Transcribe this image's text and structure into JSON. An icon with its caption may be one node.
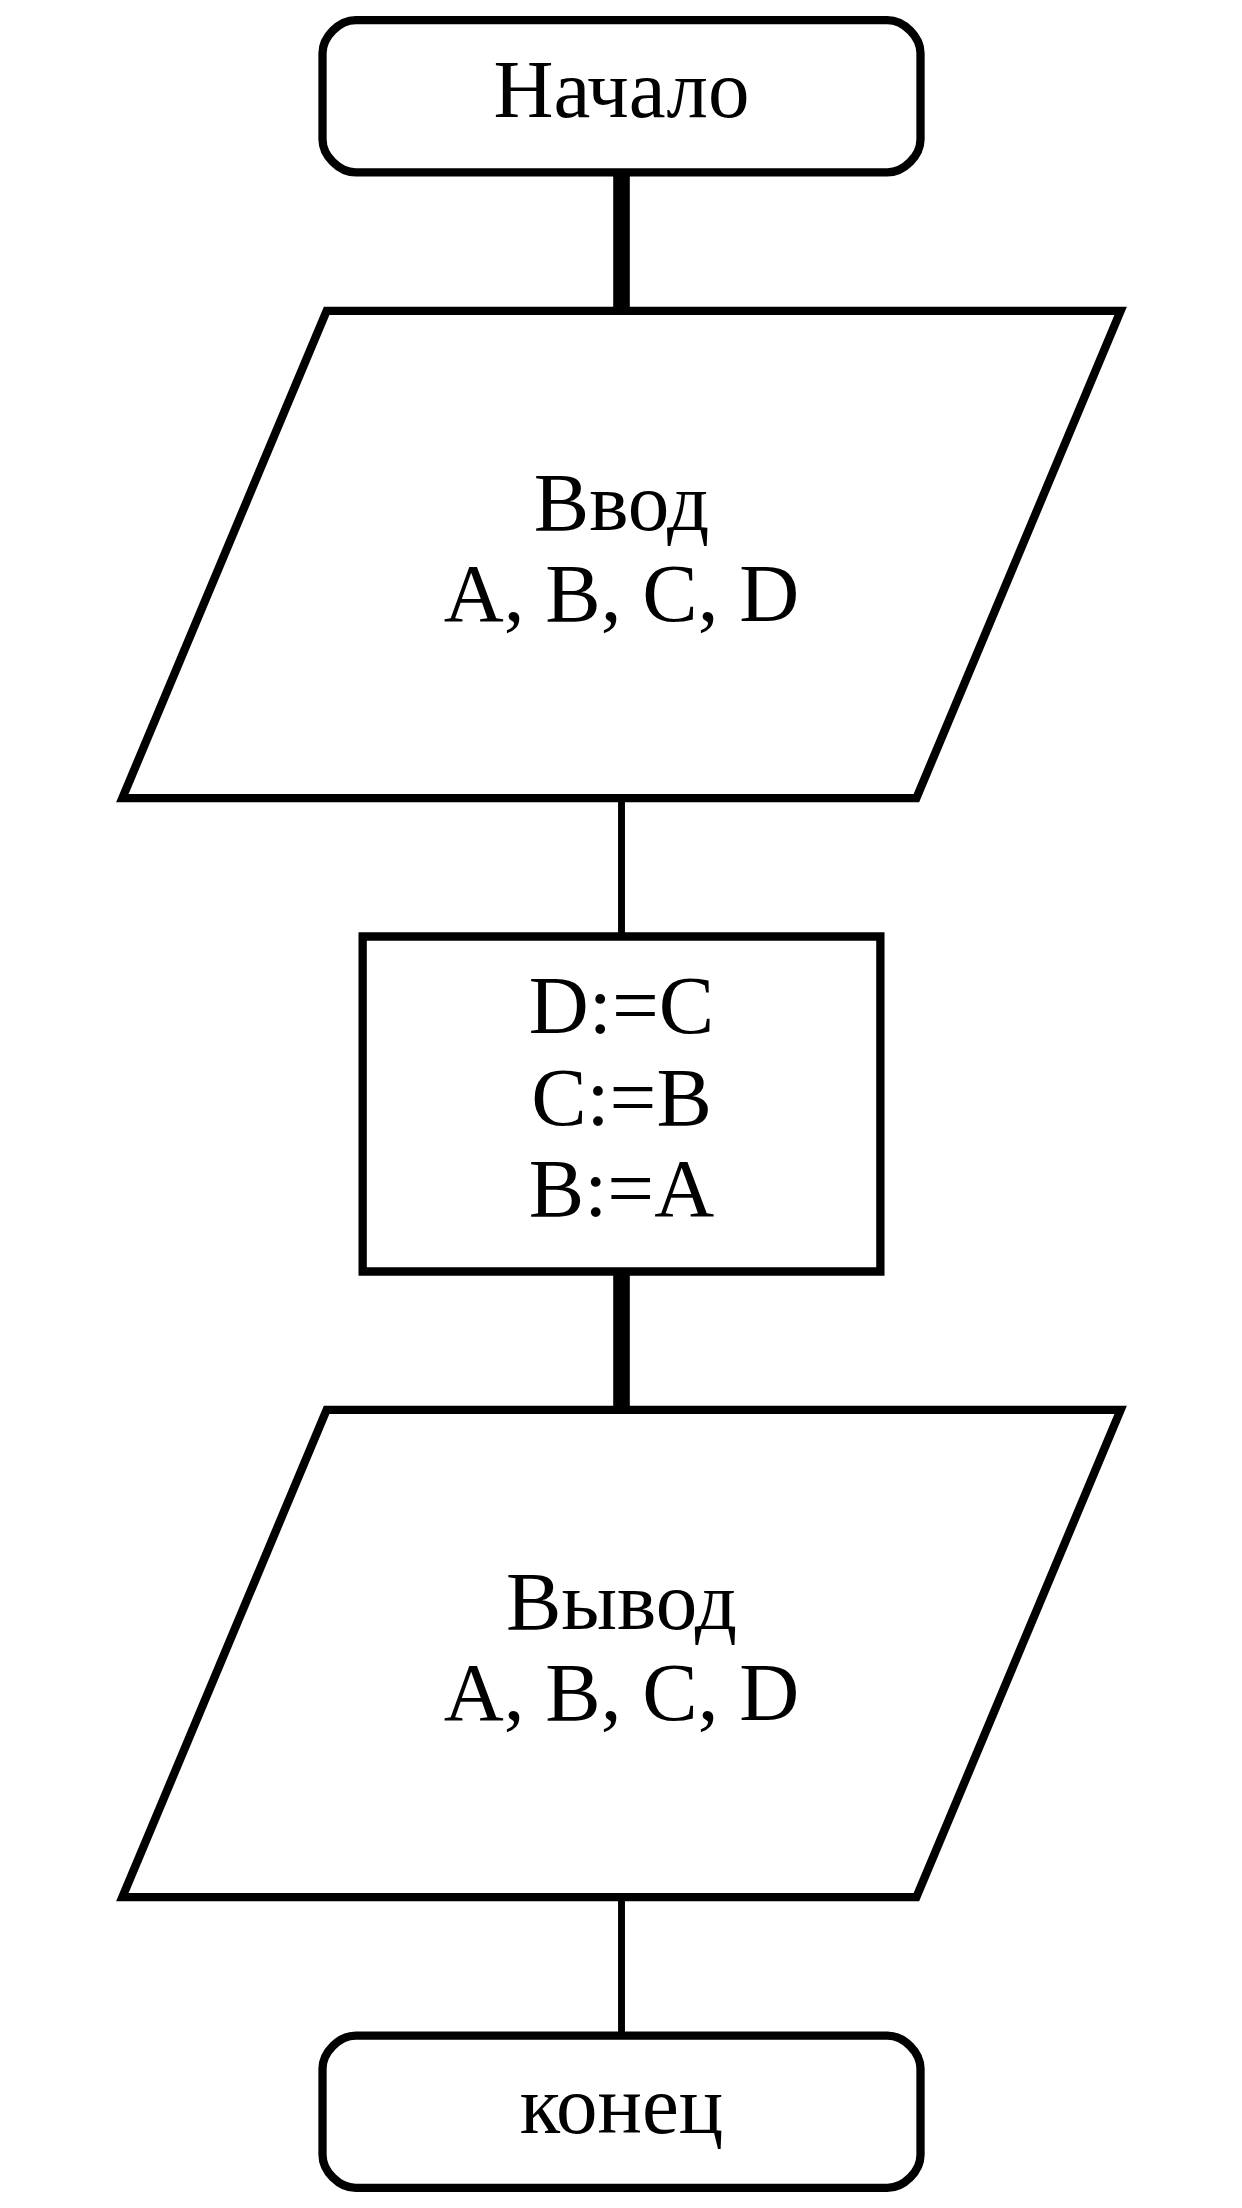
{
  "diagram": {
    "nodes": [
      {
        "text": [
          "Начало"
        ]
      },
      {
        "text": [
          "Ввод",
          "A, B, C, D"
        ]
      },
      {
        "text": [
          "D:=C",
          "C:=B",
          "B:=A"
        ]
      },
      {
        "text": [
          "Вывод",
          "A, B, C, D"
        ]
      },
      {
        "text": [
          "конец"
        ]
      }
    ],
    "edges": [
      {
        "from": 0,
        "to": 1,
        "arrow": "none",
        "style": "thick"
      },
      {
        "from": 1,
        "to": 2,
        "arrow": "none"
      },
      {
        "from": 2,
        "to": 3,
        "arrow": "none",
        "style": "thick"
      },
      {
        "from": 3,
        "to": 4,
        "arrow": "none"
      }
    ]
  }
}
